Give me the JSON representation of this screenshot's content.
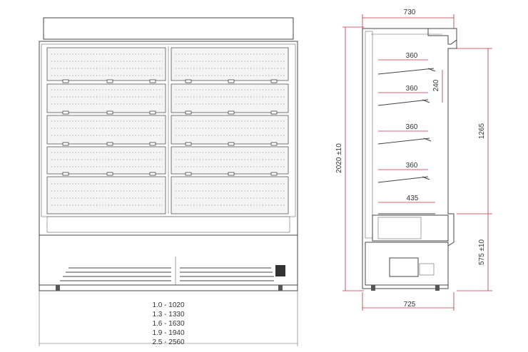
{
  "front_view": {
    "width_table": [
      "1.0 - 1020",
      "1.3 - 1330",
      "1.6 - 1630",
      "1.9 - 1940",
      "2.5 - 2560"
    ]
  },
  "side_view": {
    "dim_top_depth": "730",
    "dim_bottom_depth": "725",
    "dim_total_height": "2020 ±10",
    "dim_shelf_zone": "1265",
    "dim_base_height": "575 ±10",
    "dim_shelf_spacing": "240",
    "shelf_depths": [
      "360",
      "360",
      "360",
      "360",
      "435"
    ]
  }
}
